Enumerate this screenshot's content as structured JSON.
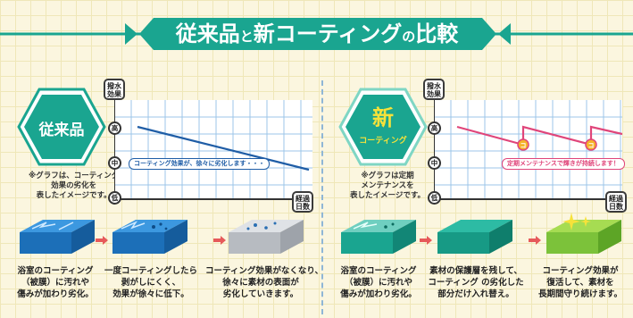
{
  "title": {
    "main": "従来品",
    "particle": "と",
    "rest": "新コーティング",
    "particle2": "の",
    "tail": "比較"
  },
  "left": {
    "hex_label": "従来品",
    "note": [
      "※グラフは、コーティング",
      "効果の劣化を",
      "表したイメージです。"
    ],
    "y_axis_label": [
      "撥水",
      "効果"
    ],
    "ticks": [
      "高",
      "中",
      "低"
    ],
    "x_axis_label": [
      "経過",
      "日数"
    ],
    "callout": "コーティング効果が、徐々に劣化します・・・",
    "line_color": "#1f5da6",
    "captions": [
      [
        "浴室のコーティング",
        "（被膜）に汚れや",
        "傷みが加わり劣化。"
      ],
      [
        "一度コーティングしたら",
        "剥がしにくく、",
        "効果が徐々に低下。"
      ],
      [
        "コーティング効果がなくなり、",
        "徐々に素材の表面が",
        "劣化していきます。"
      ]
    ]
  },
  "right": {
    "hex_top": "新",
    "hex_bottom": "コーティング",
    "note": [
      "※グラフは定期",
      "メンテナンスを",
      "表したイメージです。"
    ],
    "y_axis_label": [
      "撥水",
      "効果"
    ],
    "ticks": [
      "高",
      "中",
      "低"
    ],
    "x_axis_label": [
      "経過",
      "日数"
    ],
    "callout": "定期メンテナンスで輝きが持続します！",
    "reset_marker": "コ",
    "line_color": "#e0457a",
    "captions": [
      [
        "浴室のコーティング",
        "（被膜）に汚れや",
        "傷みが加わり劣化。"
      ],
      [
        "素材の保護層を残して、",
        "コーティング の劣化した",
        "部分だけ入れ替え。"
      ],
      [
        "コーティング効果が",
        "復活して、素材を",
        "長期間守り続けます。"
      ]
    ]
  },
  "colors": {
    "teal": "#1aa590",
    "teal_light": "#7fd6c4",
    "blue_tile": "#2f8fd8",
    "grey_tile": "#c9ccd1",
    "green_tile": "#7cc23a",
    "arrow": "#e65a5a"
  }
}
